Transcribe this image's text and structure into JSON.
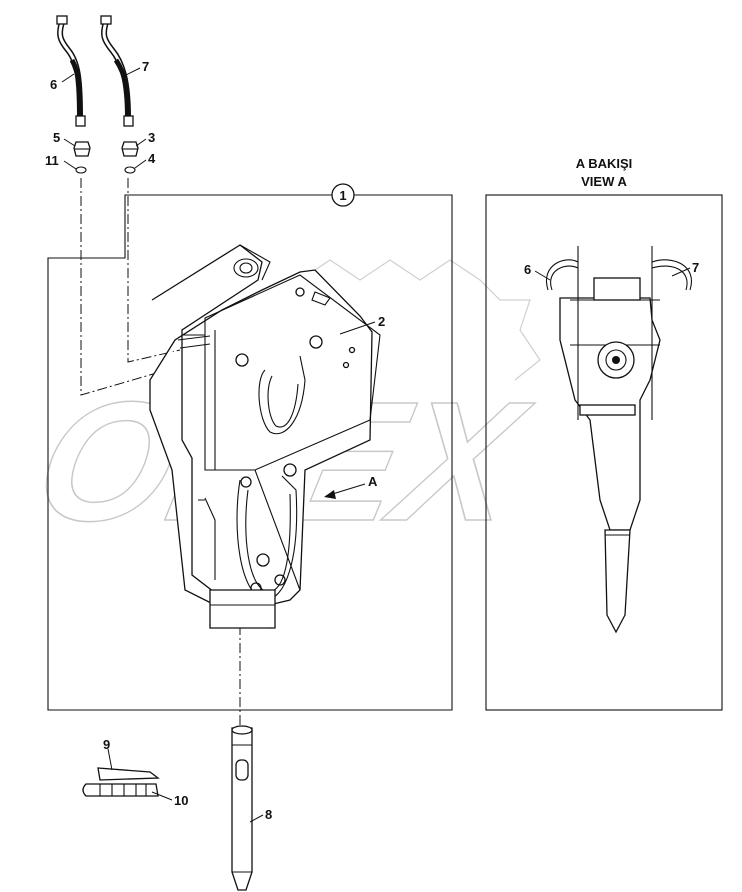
{
  "watermark": {
    "text": "OPEX"
  },
  "view": {
    "caption_tr": "A BAKIŞI",
    "caption_en": "VIEW A",
    "arrow_label": "A"
  },
  "group": {
    "number": "1"
  },
  "callouts": {
    "p1": "1",
    "p2": "2",
    "p3": "3",
    "p4": "4",
    "p5": "5",
    "p6": "6",
    "p7": "7",
    "p8": "8",
    "p9": "9",
    "p10": "10",
    "p11": "11",
    "viewA_p6": "6",
    "viewA_p7": "7"
  },
  "colors": {
    "line": "#111111",
    "watermark": "#cccccc",
    "background": "#ffffff"
  }
}
